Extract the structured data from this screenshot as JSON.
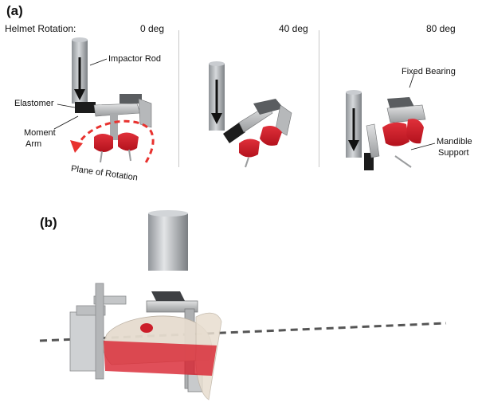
{
  "panel_a": {
    "letter": "(a)",
    "row_label": "Helmet Rotation:",
    "angles": [
      "0 deg",
      "40 deg",
      "80 deg"
    ],
    "callouts": {
      "impactor_rod": "Impactor Rod",
      "elastomer": "Elastomer",
      "moment_arm_line1": "Moment",
      "moment_arm_line2": "Arm",
      "plane_of_rotation": "Plane of Rotation",
      "fixed_bearing": "Fixed Bearing",
      "mandible_support_line1": "Mandible",
      "mandible_support_line2": "Support"
    }
  },
  "panel_b": {
    "letter": "(b)"
  },
  "colors": {
    "rod_gray": "#b9bdc1",
    "frame_gray": "#c9cbcd",
    "elastomer_black": "#1c1c1c",
    "support_red": "#d8232f",
    "arrow_red": "#e8322f",
    "skull_tan": "#e6dccf"
  }
}
